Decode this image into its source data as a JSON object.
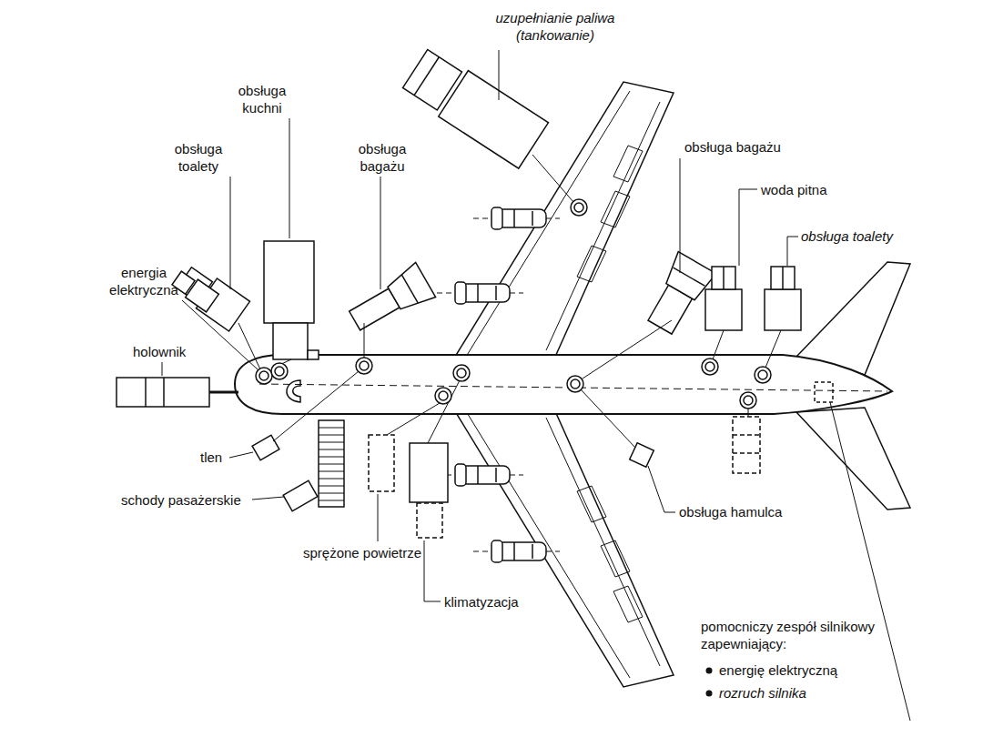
{
  "diagram": {
    "labels": [
      "uzupełnianie paliwa (tankowanie)",
      "obsługa kuchni",
      "obsługa toalety",
      "obsługa bagażu",
      "energia elektryczna",
      "holownik",
      "tlen",
      "schody pasażerskie",
      "sprężone powietrze",
      "klimatyzacja",
      "obsługa bagażu",
      "woda pitna",
      "obsługa toalety",
      "obsługa hamulca",
      "pomocniczy zespół silnikowy zapewniający:",
      "energię elektryczną",
      "rozruch silnika"
    ]
  }
}
